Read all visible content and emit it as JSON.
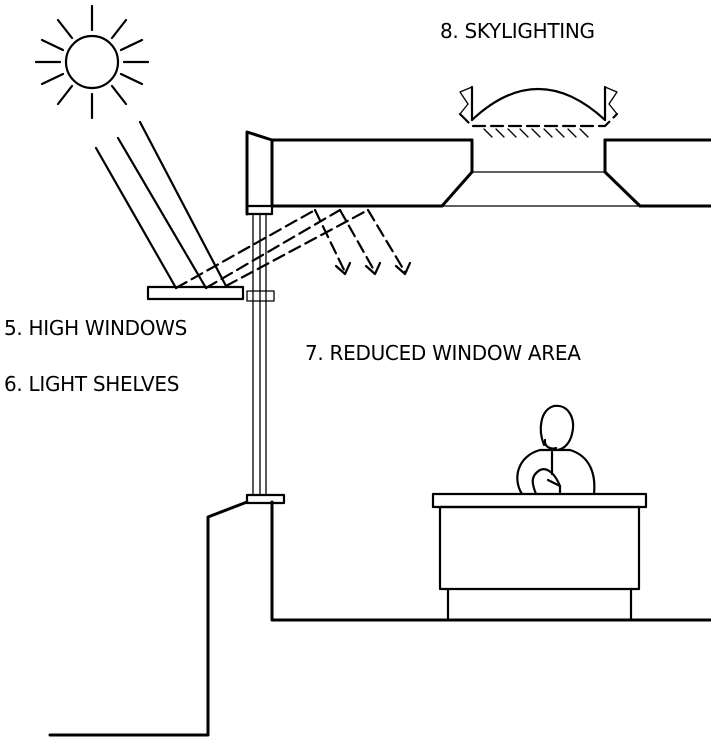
{
  "labels": {
    "skylighting": "8. SKYLIGHTING",
    "high_windows": "5. HIGH WINDOWS",
    "light_shelves": "6. LIGHT SHELVES",
    "reduced_window_area": "7. REDUCED WINDOW AREA"
  }
}
